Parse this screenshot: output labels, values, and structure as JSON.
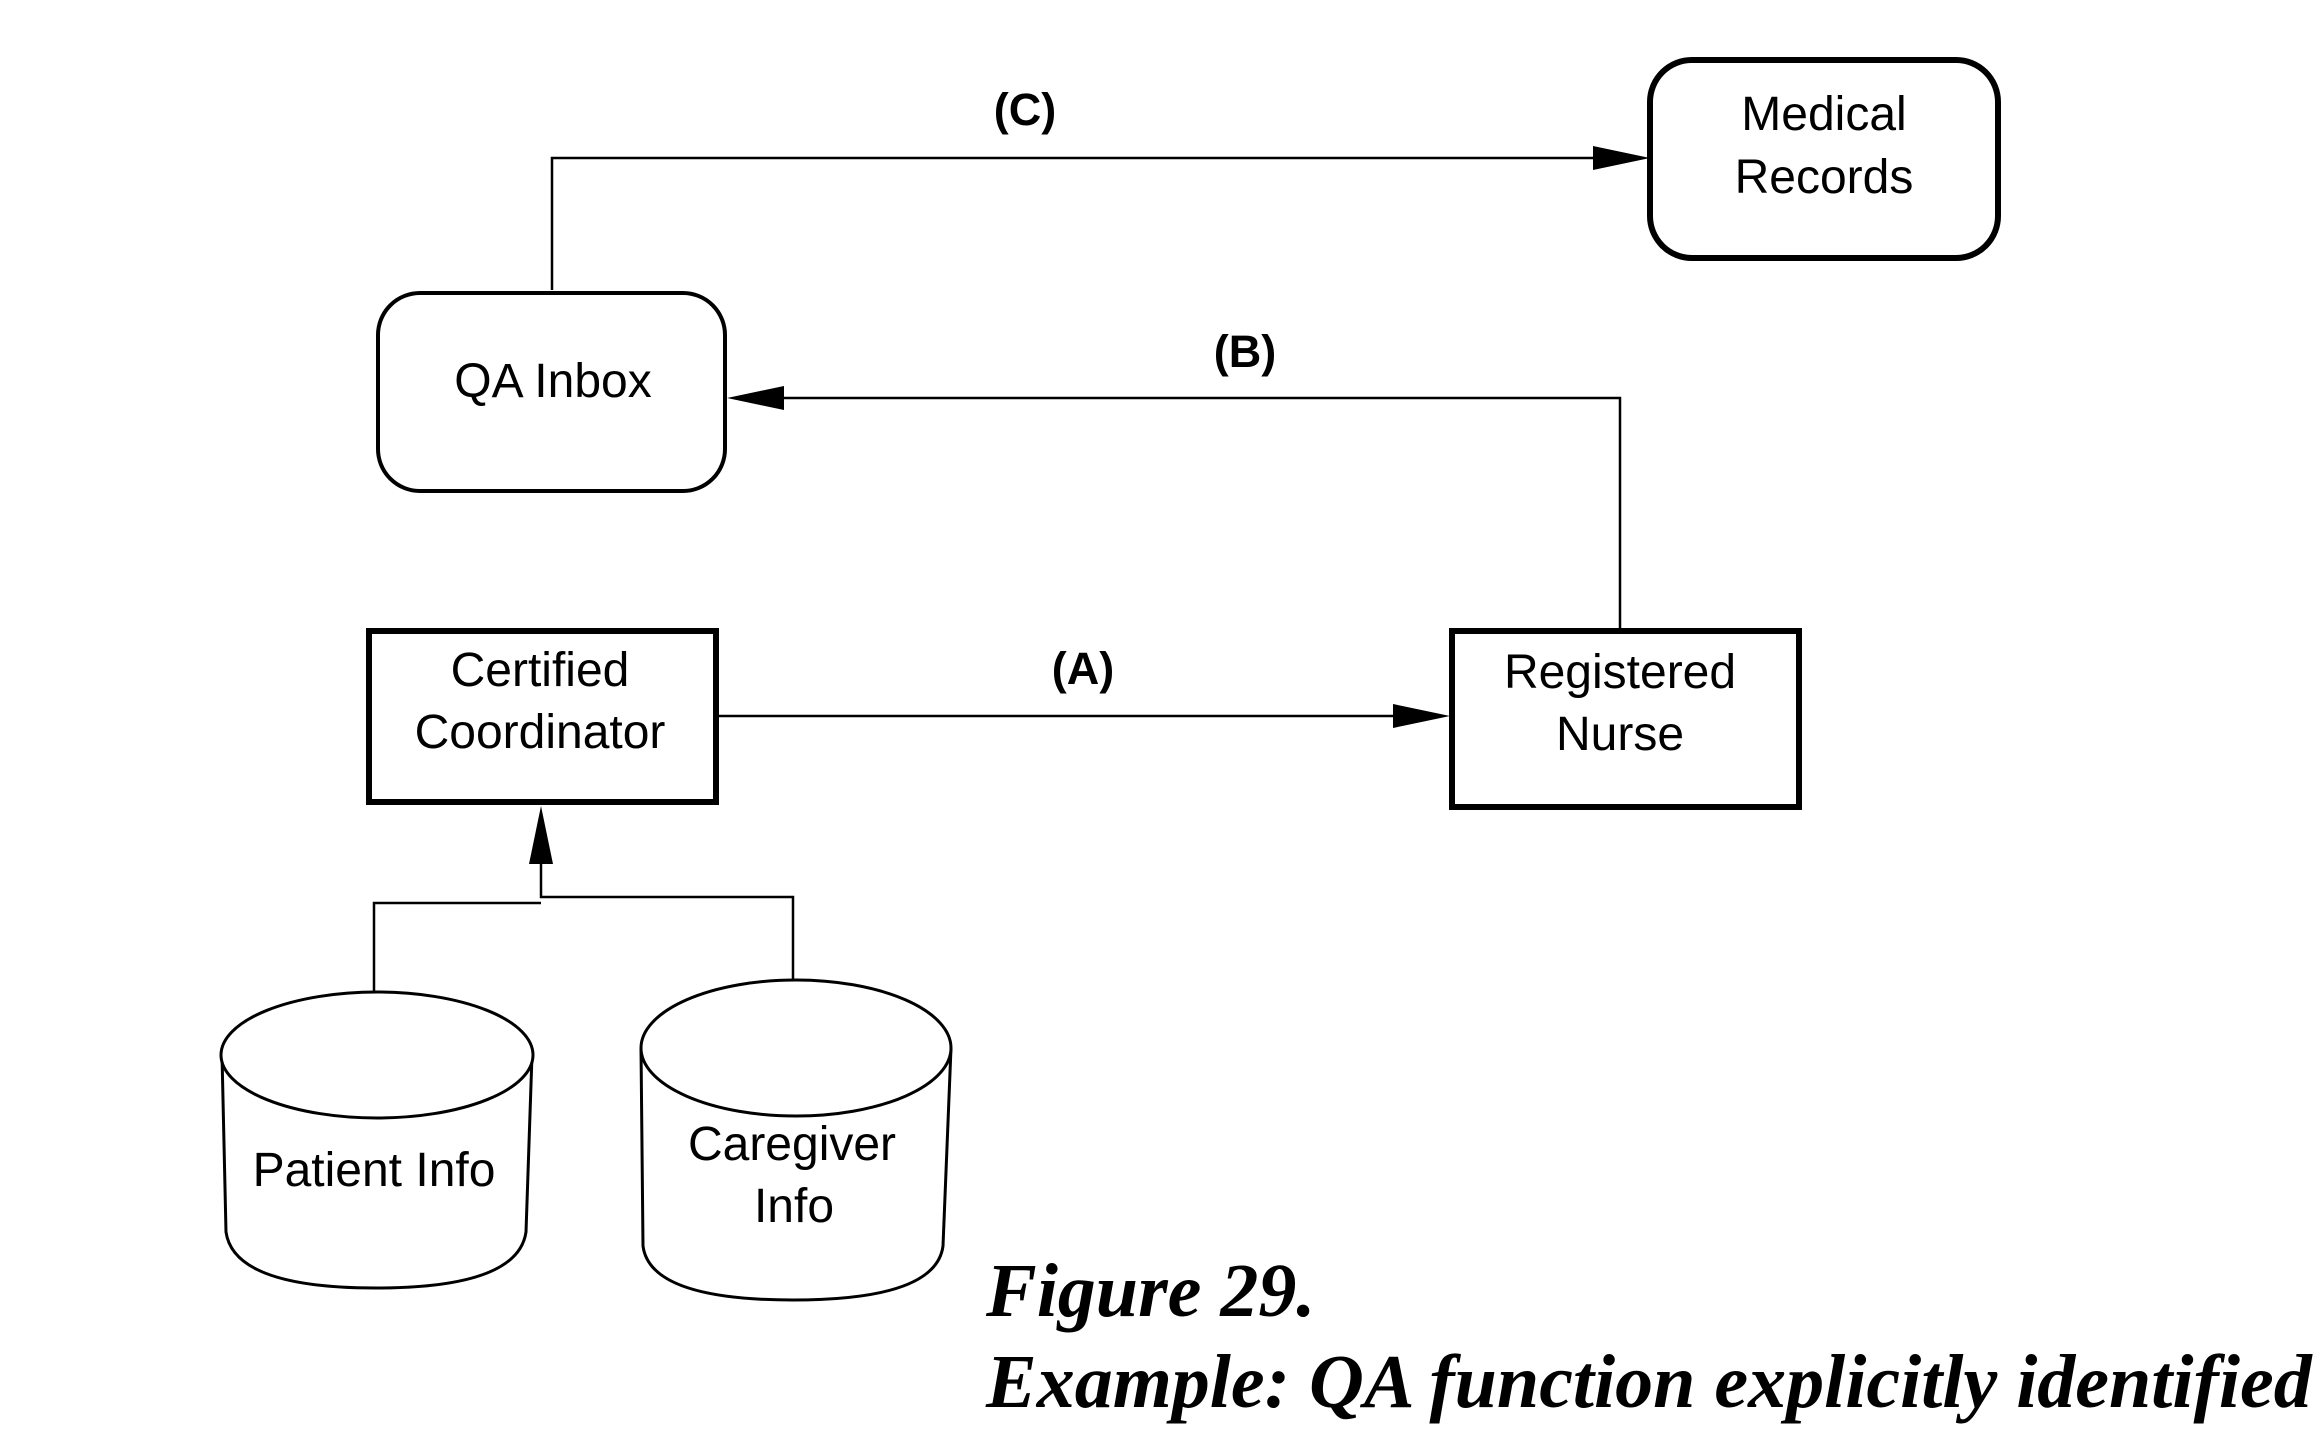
{
  "nodes": {
    "medical_records": {
      "line1": "Medical",
      "line2": "Records"
    },
    "qa_inbox": {
      "label": "QA Inbox"
    },
    "certified_coordinator": {
      "line1": "Certified",
      "line2": "Coordinator"
    },
    "registered_nurse": {
      "line1": "Registered",
      "line2": "Nurse"
    },
    "patient_info": {
      "label": "Patient Info"
    },
    "caregiver_info": {
      "line1": "Caregiver",
      "line2": "Info"
    }
  },
  "edges": {
    "a": {
      "label": "(A)"
    },
    "b": {
      "label": "(B)"
    },
    "c": {
      "label": "(C)"
    }
  },
  "caption": {
    "figure": "Figure 29.",
    "description": "Example: QA function explicitly identified"
  }
}
